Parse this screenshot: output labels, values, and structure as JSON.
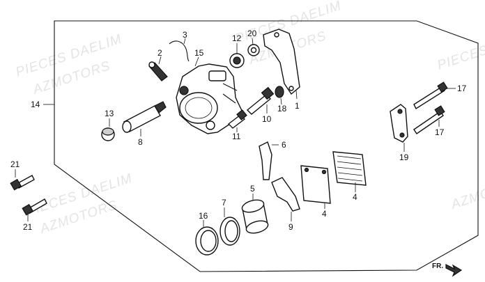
{
  "watermark": {
    "line1": "PIECES DAELIM",
    "line2": "AZMOTORS"
  },
  "labels": {
    "p1": "1",
    "p2": "2",
    "p3": "3",
    "p4a": "4",
    "p4b": "4",
    "p5": "5",
    "p6": "6",
    "p7": "7",
    "p8": "8",
    "p9": "9",
    "p10": "10",
    "p11": "11",
    "p12": "12",
    "p13": "13",
    "p14": "14",
    "p15": "15",
    "p16": "16",
    "p17a": "17",
    "p17b": "17",
    "p18": "18",
    "p19": "19",
    "p20": "20",
    "p21a": "21",
    "p21b": "21"
  },
  "direction": {
    "text": "FR."
  }
}
